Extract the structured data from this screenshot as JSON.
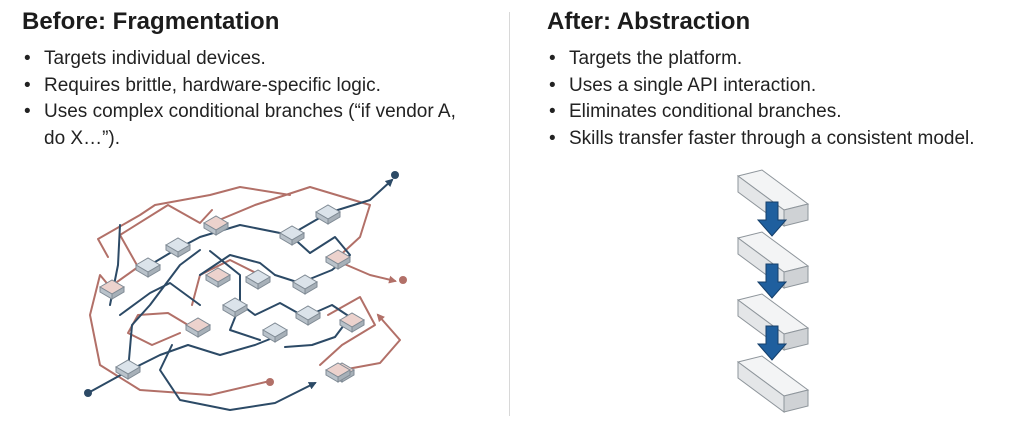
{
  "before": {
    "title": "Before: Fragmentation",
    "bullets": [
      "Targets individual devices.",
      "Requires brittle, hardware-specific logic.",
      "Uses complex conditional branches (“if vendor A, do X…”)."
    ]
  },
  "after": {
    "title": "After: Abstraction",
    "bullets": [
      "Targets the platform.",
      "Uses a single API interaction.",
      "Eliminates conditional branches.",
      "Skills transfer faster through a consistent model."
    ]
  },
  "colors": {
    "blue_path": "#2c4a66",
    "red_path": "#b27068",
    "node_blue": "#dbe3ea",
    "node_red": "#ecd2cd",
    "arrow": "#1f5f9e",
    "block_top": "#f3f4f5",
    "block_side": "#cfd2d5"
  }
}
